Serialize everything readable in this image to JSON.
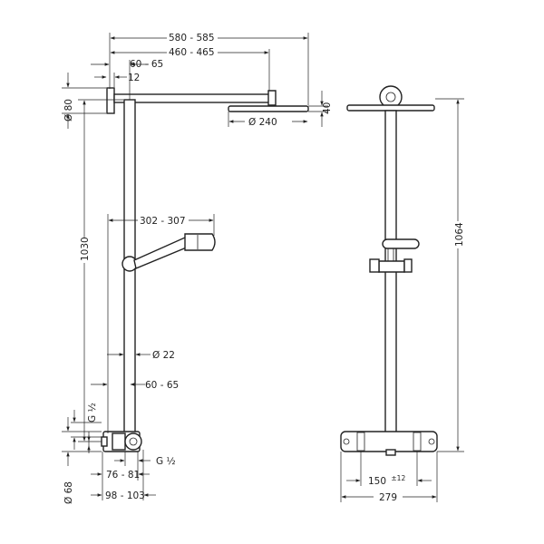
{
  "dimensions": {
    "overall_reach": "580 - 585",
    "arm_length": "460 - 465",
    "wall_offset": "60 - 65",
    "flange_thickness": "12",
    "flange_diameter": "Ø 80",
    "head_diameter": "Ø 240",
    "head_height": "40",
    "handshower_reach": "302 - 307",
    "column_height": "1030",
    "pipe_diameter": "Ø 22",
    "pipe_offset": "60 - 65",
    "thread_left": "G ½",
    "thread_bottom": "G ½",
    "valve_diameter": "Ø 68",
    "valve_offset_a": "76 - 81",
    "valve_offset_b": "98 - 103",
    "total_height": "1064",
    "inlet_centres": "150",
    "inlet_tolerance": "±12",
    "valve_width": "279"
  }
}
